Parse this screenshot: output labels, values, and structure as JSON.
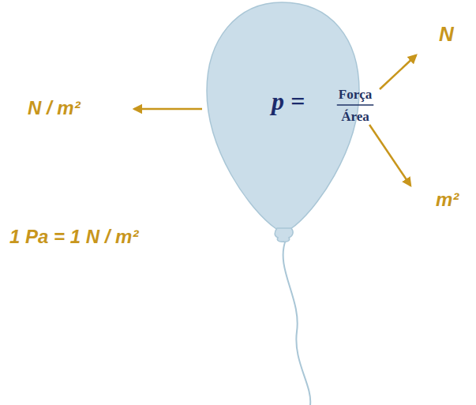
{
  "diagram": {
    "nodes": [
      {
        "text": [
          "p =",
          "Força",
          "Área"
        ]
      }
    ],
    "labels": [
      "N / m²",
      "N",
      "m²",
      "1 Pa = 1 N / m²"
    ]
  }
}
